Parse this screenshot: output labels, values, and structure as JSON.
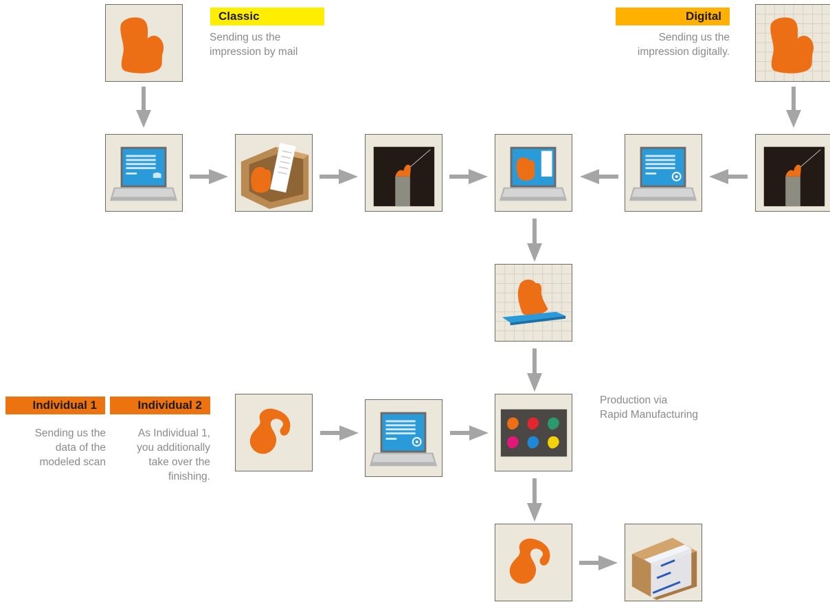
{
  "classic": {
    "label": "Classic",
    "description": "Sending us the\nimpression by mail"
  },
  "digital": {
    "label": "Digital",
    "description": "Sending us the\nimpression digitally."
  },
  "individual1": {
    "label": "Individual 1",
    "description": "Sending us the\ndata of the\nmodeled scan"
  },
  "individual2": {
    "label": "Individual 2",
    "description": "As Individual 1,\nyou additionally\ntake over the\nfinishing."
  },
  "production": {
    "description": "Production via\nRapid Manufacturing"
  },
  "colors": {
    "classic_label": "#ffee00",
    "digital_label": "#ffb000",
    "individual_label": "#ed7311",
    "shape_orange": "#ec6f15",
    "screen_blue": "#2a9ad8",
    "arrow_gray": "#a5a5a5",
    "tile_bg": "#ece7db",
    "box_brown": "#b98a52"
  },
  "icons": [
    "impression-shape-icon",
    "laptop-order-form-icon",
    "shipping-box-icon",
    "scanner-icon",
    "laptop-3d-model-icon",
    "laptop-email-icon",
    "rapid-prototype-icon",
    "ear-shell-icon",
    "colored-shells-tray-icon",
    "sealed-package-icon"
  ]
}
